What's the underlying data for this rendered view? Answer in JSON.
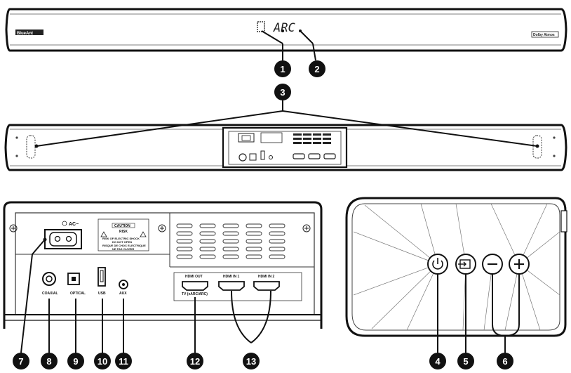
{
  "front": {
    "brand_left": "BlueAnt",
    "brand_right": "Dolby Atmos",
    "display_text": "ARC"
  },
  "back_panel": {
    "ac_label": "AC~",
    "caution_title": "CAUTION",
    "caution_sub": "RISK",
    "caution_lines": [
      "RISK OF ELECTRIC SHOCK",
      "DO NOT OPEN",
      "RISQUE DE CHOC ELECTRIQUE",
      "NE PAS OUVRIR"
    ],
    "ports": {
      "coaxial": "COAXIAL",
      "optical": "OPTICAL",
      "usb": "USB",
      "aux": "AUX",
      "hdmi_out": "HDMI OUT",
      "hdmi_out_sub": "TV (eARC/ARC)",
      "hdmi_in_1": "HDMI IN 1",
      "hdmi_in_2": "HDMI IN 2"
    }
  },
  "callouts": [
    "1",
    "2",
    "3",
    "4",
    "5",
    "6",
    "7",
    "8",
    "9",
    "10",
    "11",
    "12",
    "13"
  ],
  "icons": [
    "power-icon",
    "input-icon",
    "minus-icon",
    "plus-icon",
    "ac-inlet-icon",
    "warning-icon"
  ]
}
